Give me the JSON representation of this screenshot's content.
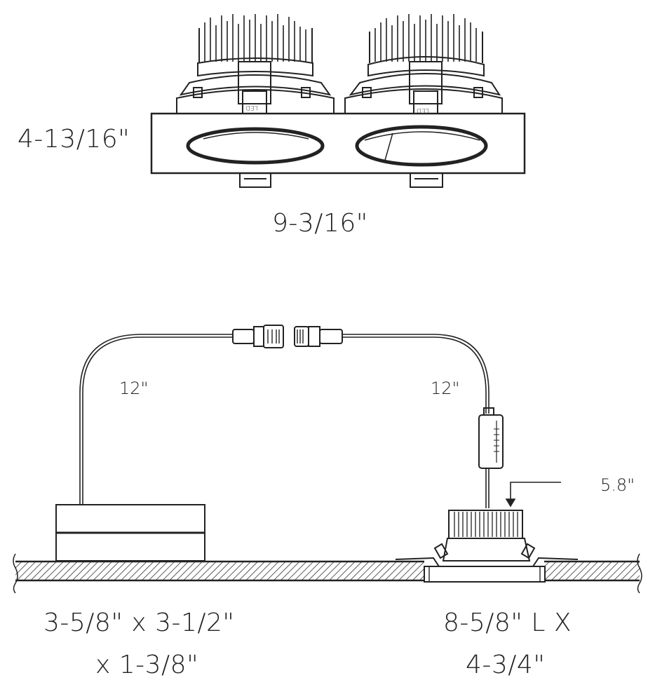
{
  "top_view": {
    "height_label": "4-13/16\"",
    "width_label": "9-3/16\""
  },
  "side_view": {
    "wire_left_label": "12\"",
    "wire_right_label": "12\"",
    "fixture_depth_label": "5.8\"",
    "driver_dims_line1": "3-5/8\" x 3-1/2\"",
    "driver_dims_line2": "x 1-3/8\"",
    "cutout_line1": "8-5/8\" L X",
    "cutout_line2": "4-3/4\""
  },
  "fixture_marking": "LED"
}
